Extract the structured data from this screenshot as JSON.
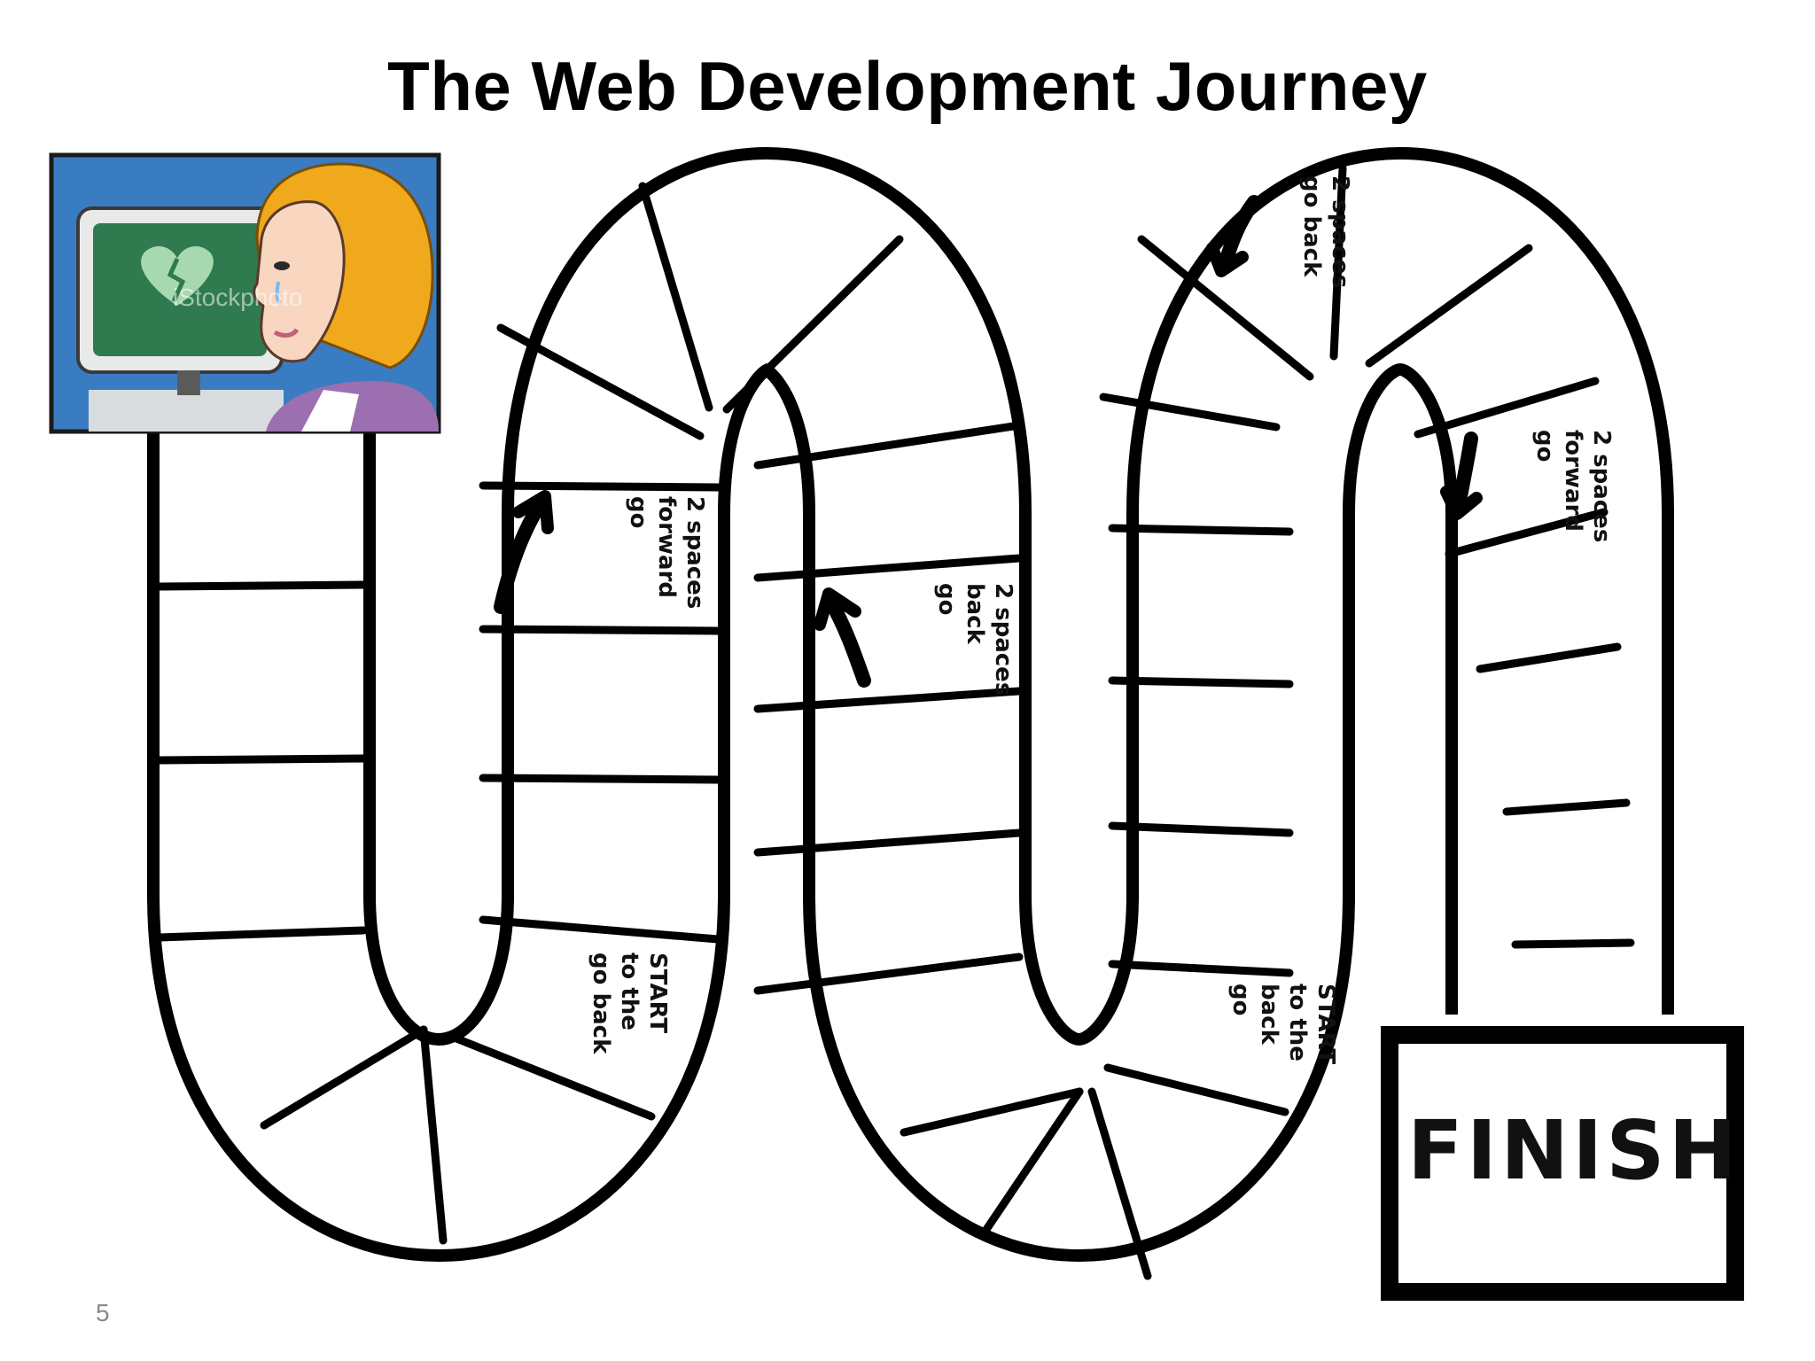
{
  "slide": {
    "title": "The Web Development Journey",
    "number": "5"
  },
  "board": {
    "spaces": {
      "forward_1": [
        "go",
        "forward",
        "2 spaces"
      ],
      "back_1": [
        "go",
        "back",
        "2 spaces"
      ],
      "start_1": [
        "go back",
        "to the",
        "START"
      ],
      "back_2": [
        "go back",
        "2 spaces"
      ],
      "forward_2": [
        "go",
        "forward",
        "2 spaces"
      ],
      "start_2": [
        "go",
        "back",
        "to the",
        "START"
      ]
    },
    "finish_label": "FINISH"
  },
  "illustration": {
    "watermark": "iStockphoto",
    "description_icon": "crying-woman-broken-heart-computer-icon"
  },
  "colors": {
    "illustration_bg": "#3a7cc2",
    "monitor_screen": "#2f7a4e",
    "hair": "#f0a81c",
    "sweater": "#9b6fb0"
  }
}
